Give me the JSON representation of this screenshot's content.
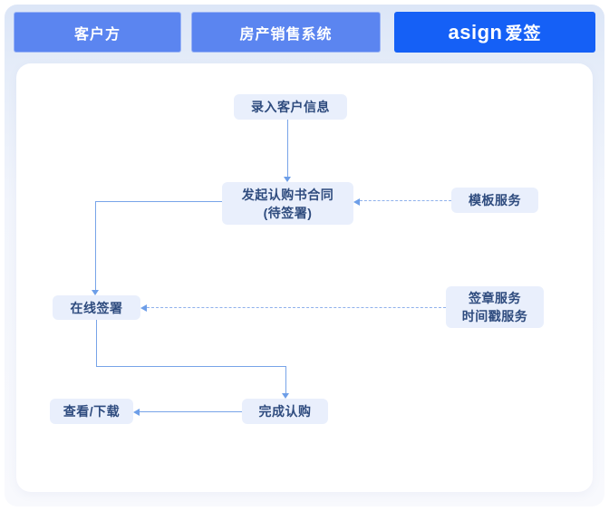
{
  "header": {
    "actors": [
      {
        "id": "customer",
        "label": "客户方"
      },
      {
        "id": "real-estate-sales-system",
        "label": "房产销售系统"
      },
      {
        "id": "asign",
        "label": "asign爱签",
        "logo_latin": "asign",
        "logo_cn": "爱签"
      }
    ]
  },
  "flow": {
    "nodes": [
      {
        "id": "enter-customer-info",
        "lines": [
          "录入客户信息"
        ]
      },
      {
        "id": "initiate-purchase-contract",
        "lines": [
          "发起认购书合同",
          "(待签署)"
        ]
      },
      {
        "id": "template-service",
        "lines": [
          "模板服务"
        ]
      },
      {
        "id": "online-sign",
        "lines": [
          "在线签署"
        ]
      },
      {
        "id": "seal-timestamp-service",
        "lines": [
          "签章服务",
          "时间戳服务"
        ]
      },
      {
        "id": "view-download",
        "lines": [
          "查看/下载"
        ]
      },
      {
        "id": "complete-purchase",
        "lines": [
          "完成认购"
        ]
      }
    ],
    "edges": [
      {
        "from": "enter-customer-info",
        "to": "initiate-purchase-contract",
        "style": "solid"
      },
      {
        "from": "initiate-purchase-contract",
        "to": "online-sign",
        "style": "solid"
      },
      {
        "from": "template-service",
        "to": "initiate-purchase-contract",
        "style": "dashed"
      },
      {
        "from": "seal-timestamp-service",
        "to": "online-sign",
        "style": "dashed"
      },
      {
        "from": "online-sign",
        "to": "complete-purchase",
        "style": "solid"
      },
      {
        "from": "complete-purchase",
        "to": "view-download",
        "style": "solid"
      }
    ]
  },
  "colors": {
    "actor_blue": "#5b85f0",
    "brand_blue": "#1560f6",
    "header_bg": "#dce6f7",
    "panel_bg": "#ffffff",
    "node_bg": "#e9effc",
    "node_text": "#2e4b7e",
    "line_solid": "#78a4e8",
    "line_dashed": "#8fb1ec",
    "arrow_head": "#6d9ee8"
  }
}
